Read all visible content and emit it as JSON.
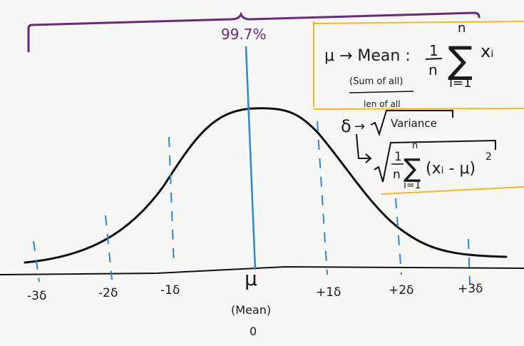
{
  "percent_label": "99.7%",
  "axis": {
    "ticks": [
      "-3δ",
      "-2δ",
      "-1δ",
      "+1δ",
      "+2δ",
      "+3δ"
    ],
    "center_symbol": "μ",
    "center_label": "(Mean)",
    "center_value": "0"
  },
  "formulas": {
    "mean_text": "μ → Mean :",
    "mean_note_top": "(Sum of all)",
    "mean_note_bottom": "len of all",
    "sum_top": "n",
    "sum_bottom": "i=1",
    "sum_term": "xᵢ",
    "frac_num": "1",
    "frac_den": "n",
    "sd_symbol": "δ",
    "sd_arrow": "→",
    "variance_label": "Variance",
    "sd_term": "(xᵢ - μ)",
    "sd_power": "2"
  },
  "colors": {
    "curve": "#111111",
    "dashes": "#2f86d6",
    "bracket": "#6b2a7a",
    "highlight": "#f3b72c"
  }
}
